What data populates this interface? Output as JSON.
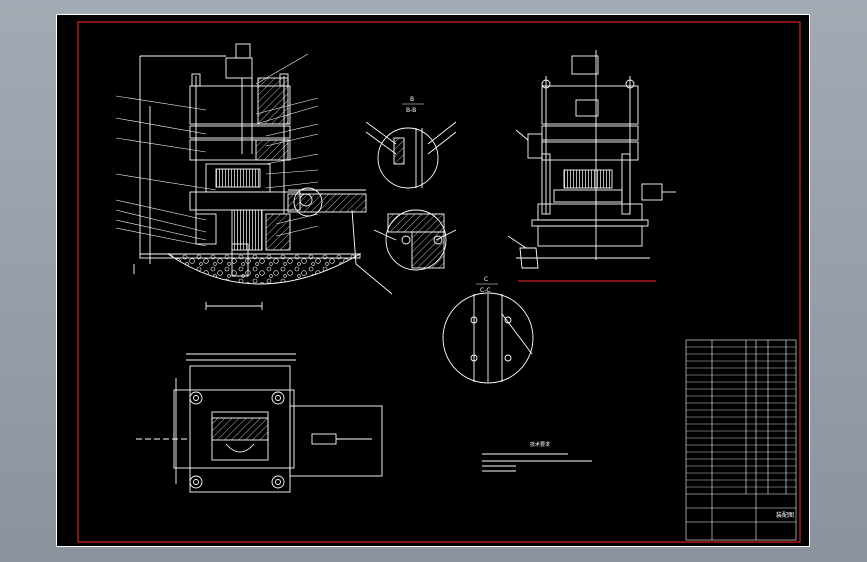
{
  "drawing": {
    "colors": {
      "background_frame": "#8e96a1",
      "sheet": "#000000",
      "line": "#ffffff",
      "border": "#ff2a2a",
      "detail_text": "#ffffff"
    },
    "section_labels": {
      "b_letter": "B",
      "b_scale": "B-B",
      "c_letter": "C",
      "c_scale": "C-C"
    },
    "notes_title": "技术要求",
    "title_block_name": "装配图"
  }
}
